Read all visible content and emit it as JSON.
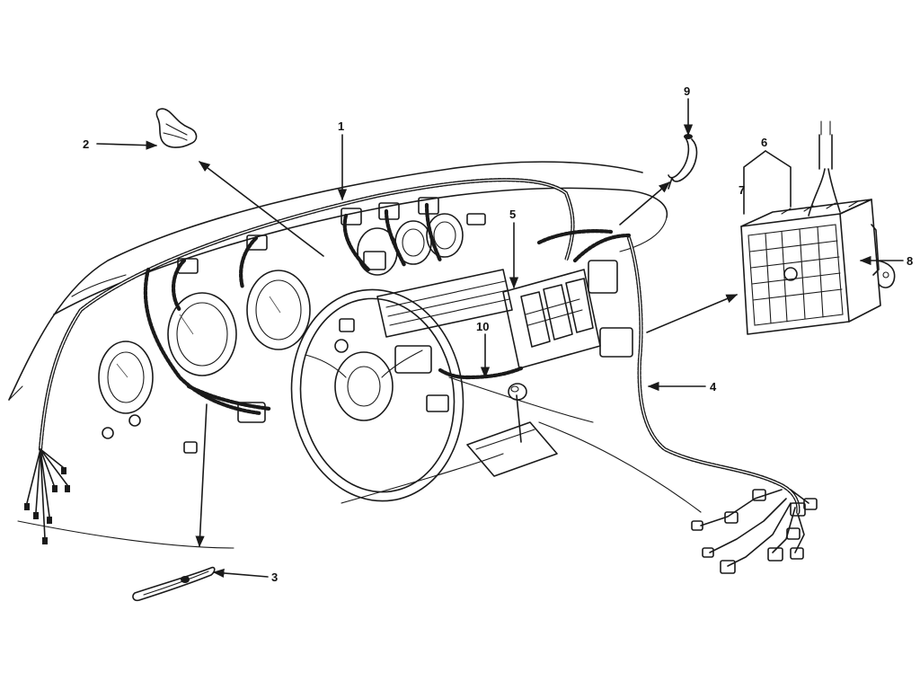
{
  "diagram": {
    "callouts": [
      {
        "id": "1",
        "text": "1"
      },
      {
        "id": "2",
        "text": "2"
      },
      {
        "id": "3",
        "text": "3"
      },
      {
        "id": "4",
        "text": "4"
      },
      {
        "id": "5",
        "text": "5"
      },
      {
        "id": "6",
        "text": "6"
      },
      {
        "id": "7",
        "text": "7"
      },
      {
        "id": "8",
        "text": "8"
      },
      {
        "id": "9",
        "text": "9"
      },
      {
        "id": "10",
        "text": "10"
      }
    ],
    "components": [
      {
        "id": "instrument-harness",
        "callout": "1"
      },
      {
        "id": "clip-connector",
        "callout": "2"
      },
      {
        "id": "lamp-sub-harness",
        "callout": "3"
      },
      {
        "id": "body-harness",
        "callout": "4"
      },
      {
        "id": "fuse-relay-block",
        "callout": "5"
      },
      {
        "id": "fuse-box",
        "callout": "6"
      },
      {
        "id": "fuse-box-cover",
        "callout": "7"
      },
      {
        "id": "fuse-box-bracket",
        "callout": "8"
      },
      {
        "id": "switch-lead",
        "callout": "9"
      },
      {
        "id": "console-harness",
        "callout": "10"
      }
    ]
  }
}
